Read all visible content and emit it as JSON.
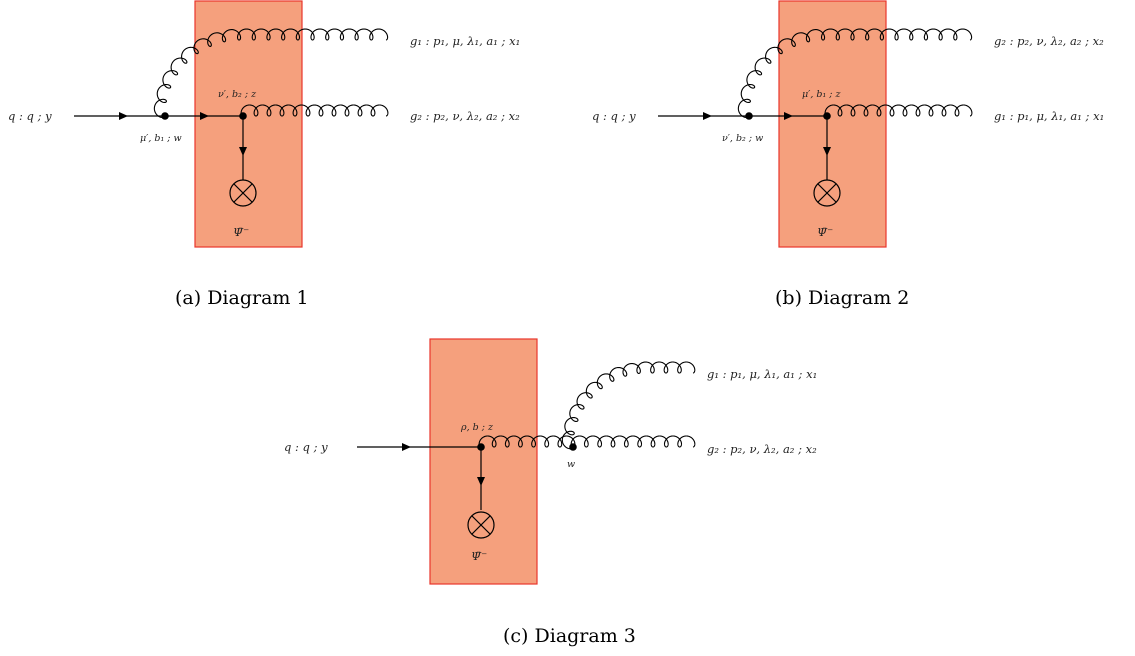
{
  "diagrams": [
    {
      "id": "a",
      "caption": "(a) Diagram 1",
      "incoming": "q : q ; y",
      "vertex1": "μ′, b₁ ; w",
      "vertex2": "ν′, b₂ ; z",
      "outgoing_upper": "g₁ : p₁, μ, λ₁, a₁ ; x₁",
      "outgoing_lower": "g₂ : p₂, ν, λ₂, a₂ ; x₂",
      "source_operator": "Ψ̄⁻"
    },
    {
      "id": "b",
      "caption": "(b) Diagram 2",
      "incoming": "q : q ; y",
      "vertex1": "ν′, b₂ ; w",
      "vertex2": "μ′, b₁ ; z",
      "outgoing_upper": "g₂ : p₂, ν, λ₂, a₂ ; x₂",
      "outgoing_lower": "g₁ : p₁, μ, λ₁, a₁ ; x₁",
      "source_operator": "Ψ̄⁻"
    },
    {
      "id": "c",
      "caption": "(c) Diagram 3",
      "incoming": "q : q ; y",
      "vertex1": "ρ, b ; z",
      "vertex2": "w",
      "outgoing_upper": "g₁ : p₁, μ, λ₁, a₁ ; x₁",
      "outgoing_lower": "g₂ : p₂, ν, λ₂, a₂ ; x₂",
      "source_operator": "Ψ̄⁻"
    }
  ],
  "colors": {
    "box_fill": "#f5a07d",
    "box_stroke": "#e8352b",
    "line": "#000000"
  }
}
